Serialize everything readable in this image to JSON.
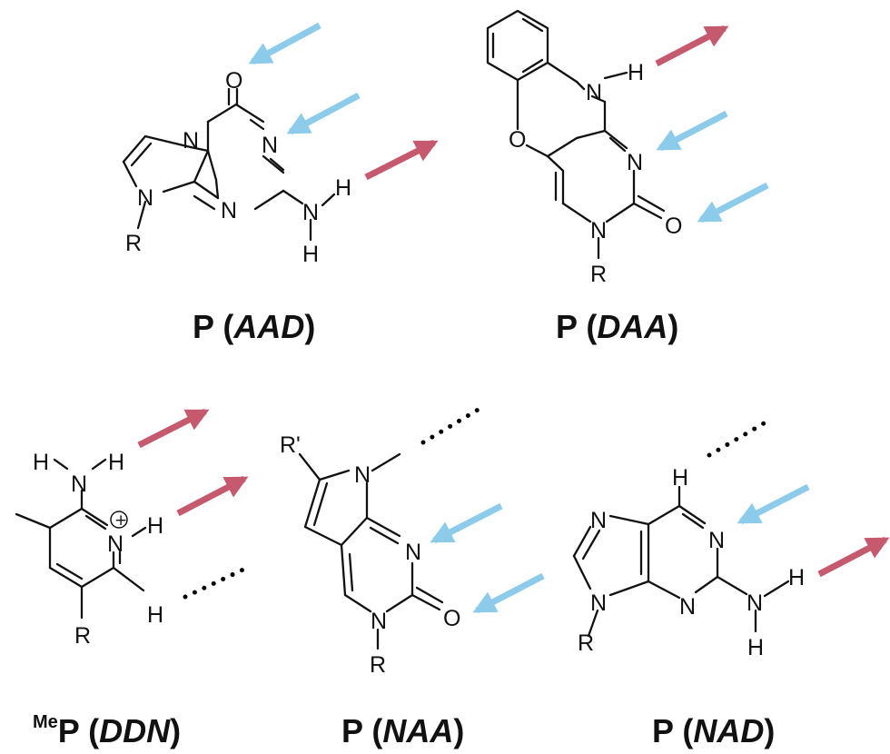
{
  "colors": {
    "acceptor_arrow": "#8ccbea",
    "donor_arrow": "#c55a6e",
    "ink": "#111111"
  },
  "molecules": [
    {
      "caption": {
        "base": "P (",
        "code": "AAD",
        "close": ")",
        "prefix": ""
      },
      "atoms": {
        "o": "O",
        "n_top": "N",
        "n_bottom": "N",
        "n_ring": "N",
        "n_amine": "N",
        "h_right": "H",
        "h_down": "H",
        "r": "R"
      },
      "pattern": [
        "acceptor",
        "acceptor",
        "donor"
      ]
    },
    {
      "caption": {
        "base": "P (",
        "code": "DAA",
        "close": ")",
        "prefix": ""
      },
      "atoms": {
        "nh_n": "N",
        "nh_h": "H",
        "o_ring": "O",
        "n_right": "N",
        "n_bottom": "N",
        "o_carbonyl": "O",
        "r": "R"
      },
      "pattern": [
        "donor",
        "acceptor",
        "acceptor"
      ]
    },
    {
      "caption": {
        "base": "P (",
        "code": "DDN",
        "close": ")",
        "prefix": "Me"
      },
      "atoms": {
        "h_left": "H",
        "n_amine": "N",
        "h_right": "H",
        "n_plus": "N",
        "plus": "+",
        "h_n": "H",
        "h_ring": "H",
        "r": "R"
      },
      "pattern": [
        "donor",
        "donor",
        "none"
      ]
    },
    {
      "caption": {
        "base": "P (",
        "code": "NAA",
        "close": ")",
        "prefix": ""
      },
      "atoms": {
        "r_prime": "R'",
        "n_top": "N",
        "n_right": "N",
        "n_bottom": "N",
        "o": "O",
        "r": "R"
      },
      "pattern": [
        "none",
        "acceptor",
        "acceptor"
      ]
    },
    {
      "caption": {
        "base": "P (",
        "code": "NAD",
        "close": ")",
        "prefix": ""
      },
      "atoms": {
        "h_top": "H",
        "n_ring_top": "N",
        "n_imid_top": "N",
        "n_imid_bottom": "N",
        "n_ring_bottom": "N",
        "n_amine": "N",
        "h_right": "H",
        "h_down": "H",
        "r": "R"
      },
      "pattern": [
        "none",
        "acceptor",
        "donor"
      ]
    }
  ]
}
